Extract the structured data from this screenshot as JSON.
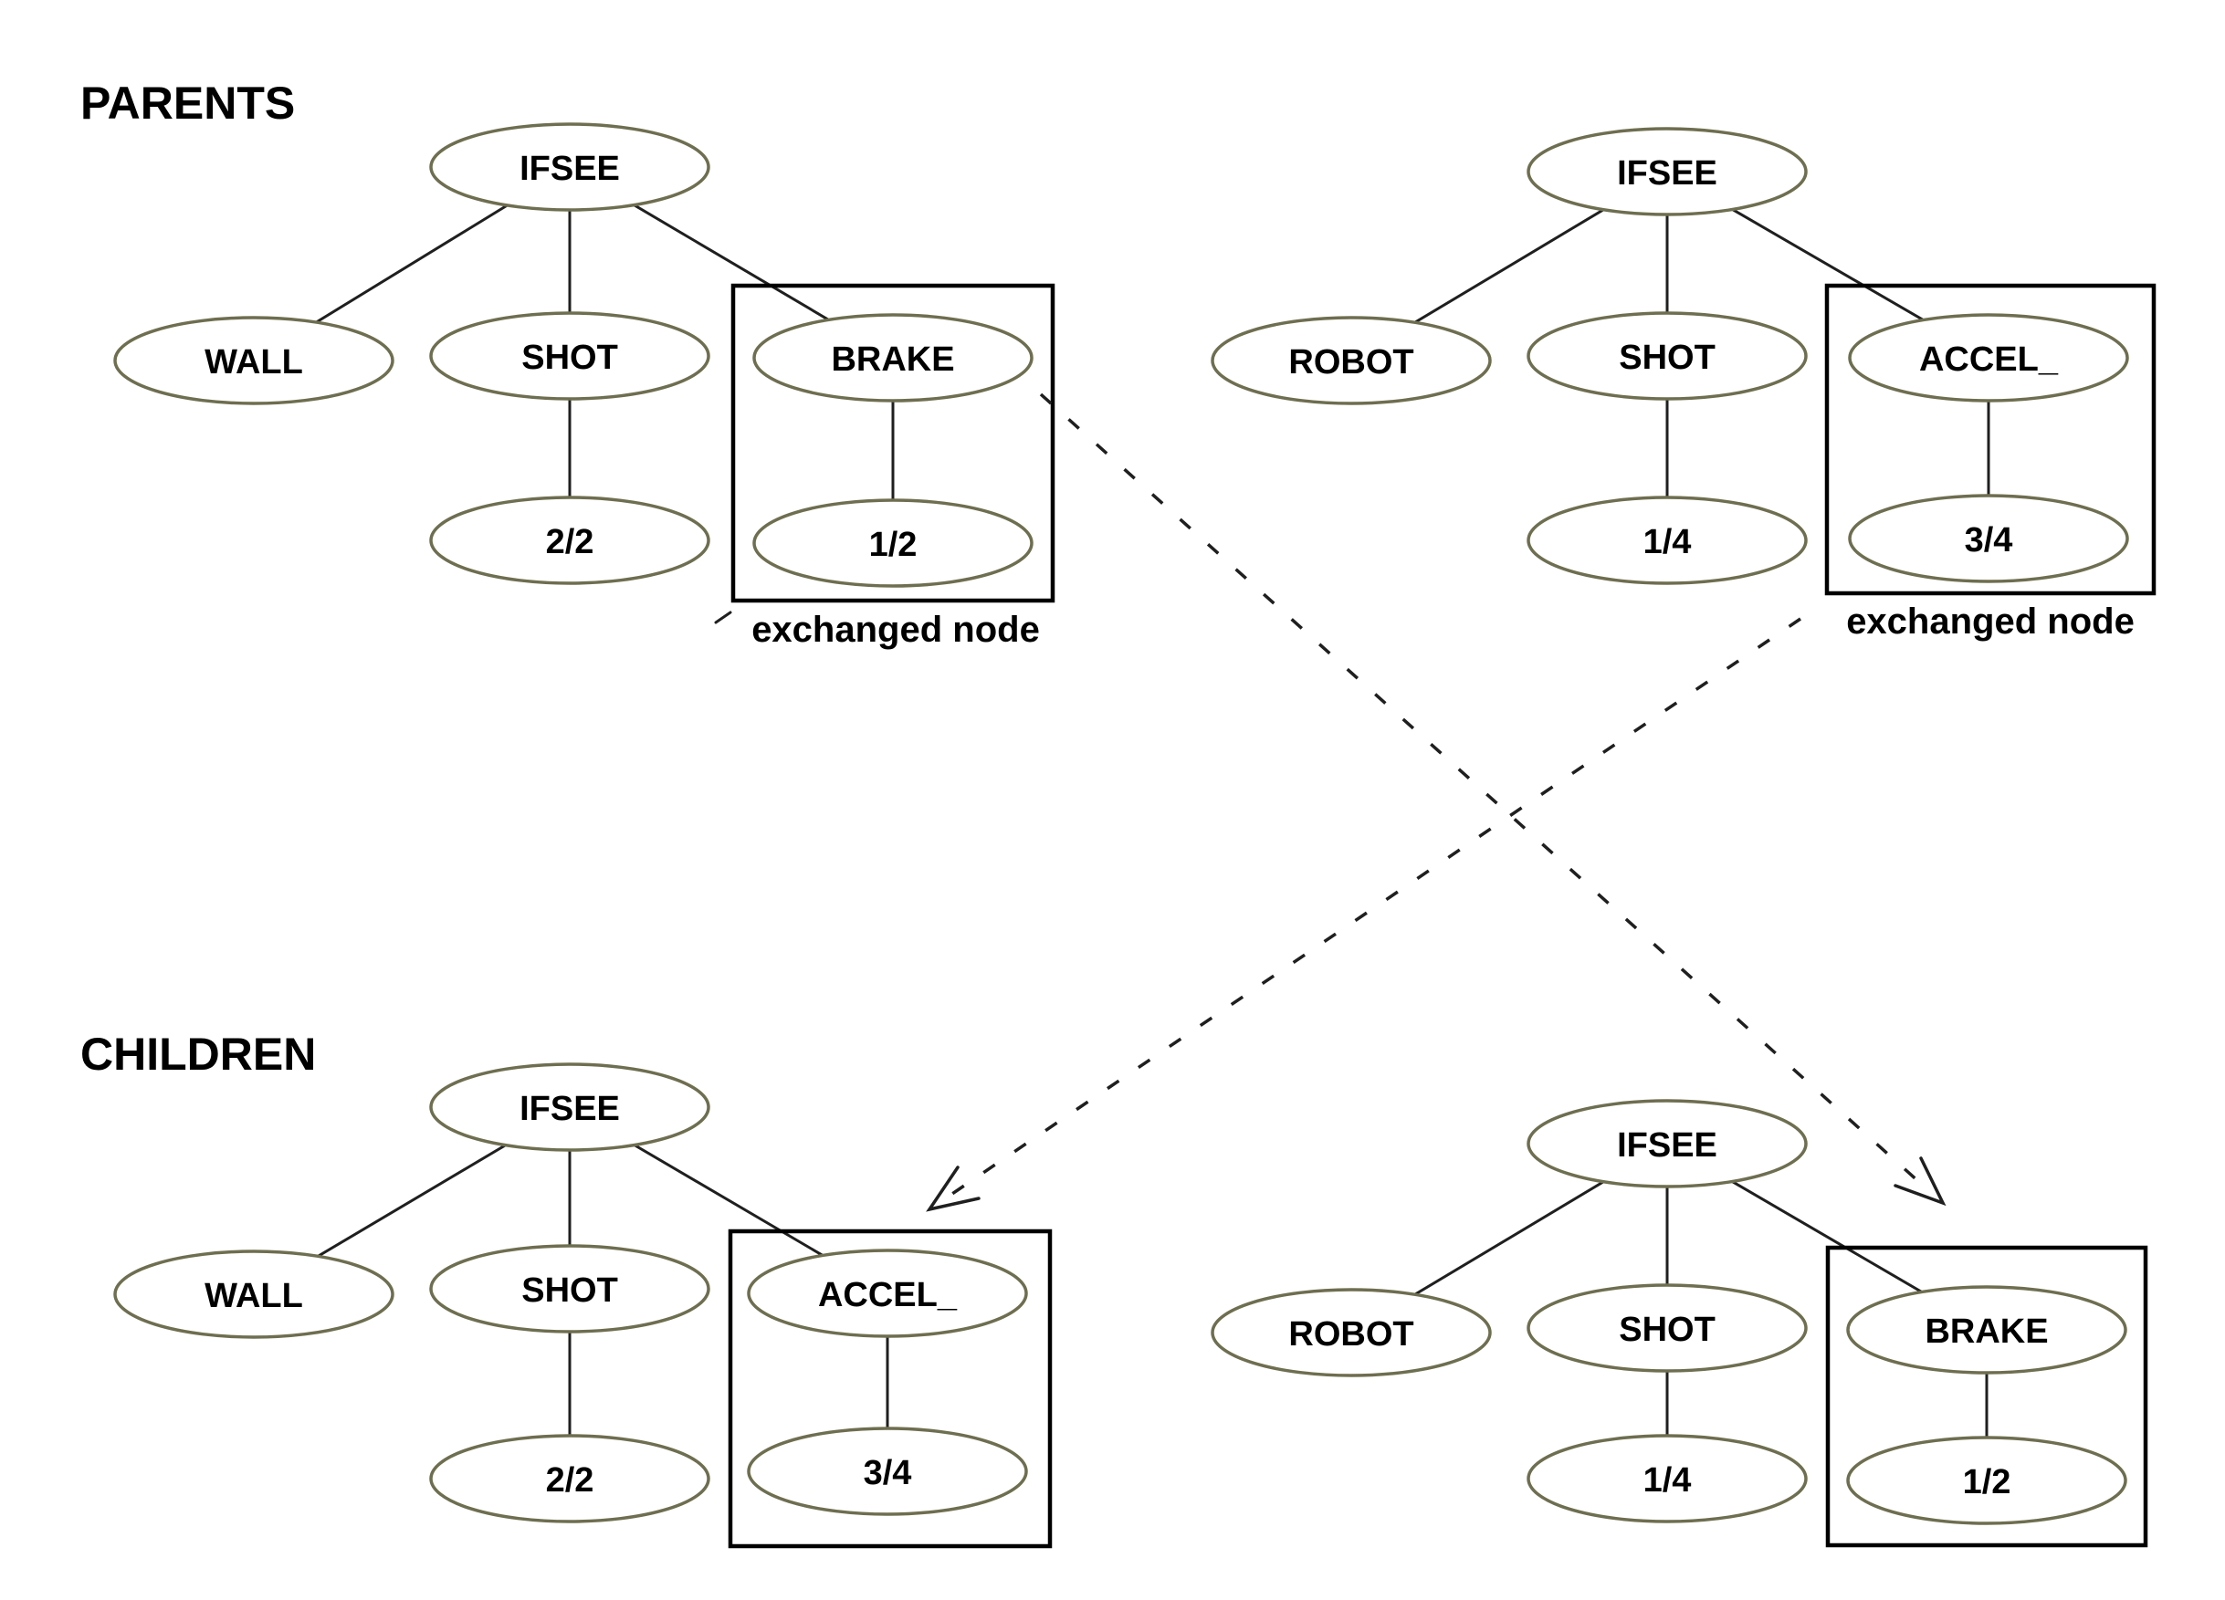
{
  "sections": {
    "parents_label": "PARENTS",
    "children_label": "CHILDREN"
  },
  "annotations": {
    "exchanged_node_left": "exchanged node",
    "exchanged_node_right": "exchanged node"
  },
  "trees": {
    "parent_left": {
      "root": "IFSEE",
      "left_child": "WALL",
      "middle_child": "SHOT",
      "right_child": "BRAKE",
      "middle_leaf": "2/2",
      "right_leaf": "1/2",
      "boxed_subtree": "BRAKE"
    },
    "parent_right": {
      "root": "IFSEE",
      "left_child": "ROBOT",
      "middle_child": "SHOT",
      "right_child": "ACCEL_",
      "middle_leaf": "1/4",
      "right_leaf": "3/4",
      "boxed_subtree": "ACCEL_"
    },
    "child_left": {
      "root": "IFSEE",
      "left_child": "WALL",
      "middle_child": "SHOT",
      "right_child": "ACCEL_",
      "middle_leaf": "2/2",
      "right_leaf": "3/4",
      "boxed_subtree": "ACCEL_"
    },
    "child_right": {
      "root": "IFSEE",
      "left_child": "ROBOT",
      "middle_child": "SHOT",
      "right_child": "BRAKE",
      "middle_leaf": "1/4",
      "right_leaf": "1/2",
      "boxed_subtree": "BRAKE"
    }
  },
  "colors": {
    "ellipse_stroke": "#6e6e50",
    "edge_line": "#1f1f1f",
    "box_border": "#000000",
    "text": "#000000",
    "background": "#ffffff"
  }
}
